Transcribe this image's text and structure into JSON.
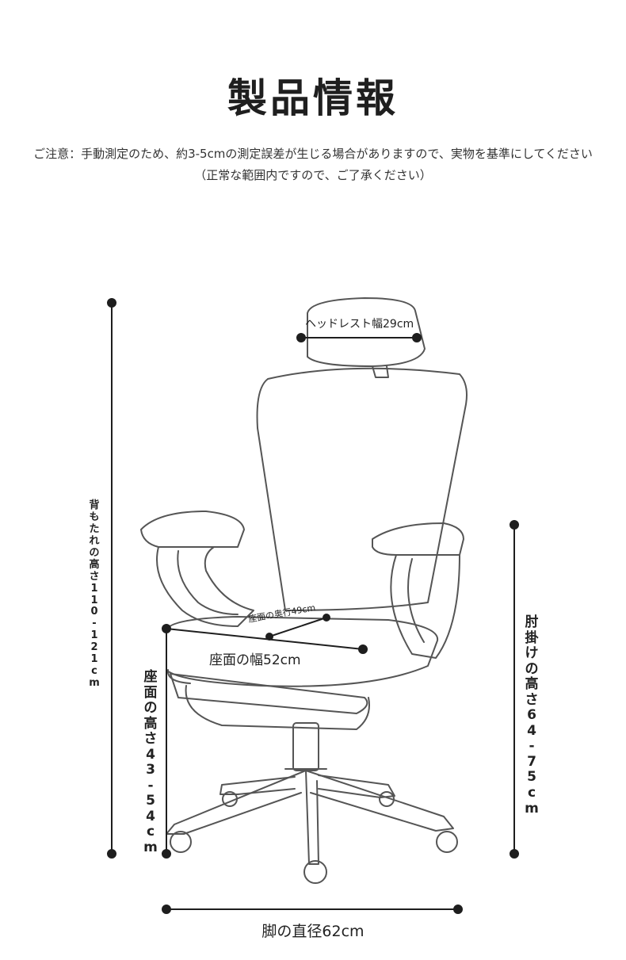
{
  "title": "製品情報",
  "notes": {
    "line1": "ご注意：手動測定のため、約3-5cmの測定誤差が生じる場合がありますので、実物を基準にしてください",
    "line2": "（正常な範囲内ですので、ご了承ください）"
  },
  "dimensions": {
    "headrest_width": "ヘッドレスト幅29cm",
    "seat_depth": "座面の奥行49cm",
    "seat_width": "座面の幅52cm",
    "backrest_height": "背もたれの高さ110-121cm",
    "armrest_height": "肘掛けの高さ64-75cm",
    "seat_height": "座面の高さ43-54cm",
    "base_diameter": "脚の直径62cm"
  },
  "colors": {
    "line": "#1e1e1e",
    "chair_outline": "#555555"
  }
}
